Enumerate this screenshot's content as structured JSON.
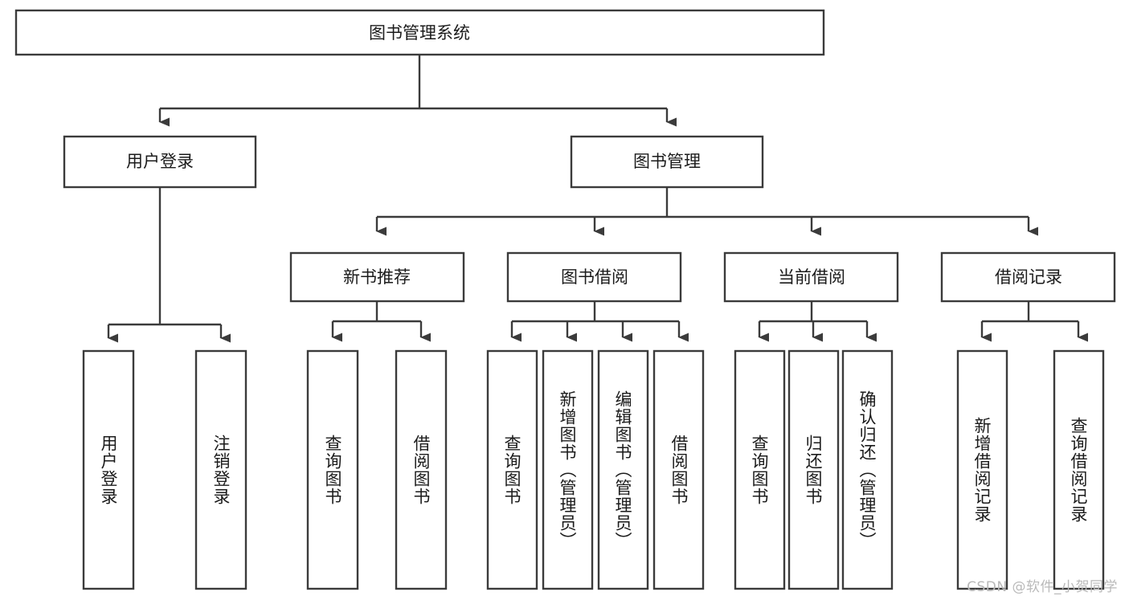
{
  "diagram": {
    "type": "tree",
    "title": "图书管理系统",
    "watermark": "CSDN @软件_小贺同学",
    "colors": {
      "stroke": "#3b3b3b",
      "fill": "#ffffff",
      "text": "#1b1b1b",
      "watermark": "#b9b9b9"
    },
    "levels": {
      "root": {
        "label": "图书管理系统"
      },
      "level2": [
        {
          "label": "用户登录"
        },
        {
          "label": "图书管理"
        }
      ],
      "level3": [
        {
          "label": "新书推荐"
        },
        {
          "label": "图书借阅"
        },
        {
          "label": "当前借阅"
        },
        {
          "label": "借阅记录"
        }
      ],
      "leaves": {
        "user_login": [
          {
            "label": "用户登录"
          },
          {
            "label": "注销登录"
          }
        ],
        "new_book_recommend": [
          {
            "label": "查询图书"
          },
          {
            "label": "借阅图书"
          }
        ],
        "book_borrow": [
          {
            "label": "查询图书"
          },
          {
            "label": "新增图书（管理员）"
          },
          {
            "label": "编辑图书（管理员）"
          },
          {
            "label": "借阅图书"
          }
        ],
        "current_borrow": [
          {
            "label": "查询图书"
          },
          {
            "label": "归还图书"
          },
          {
            "label": "确认归还（管理员）"
          }
        ],
        "borrow_record": [
          {
            "label": "新增借阅记录"
          },
          {
            "label": "查询借阅记录"
          }
        ]
      }
    }
  }
}
